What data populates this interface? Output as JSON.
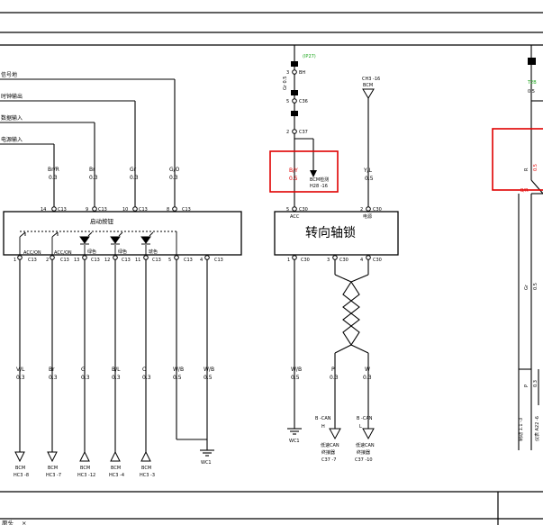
{
  "left_signals": {
    "s1": "信号地",
    "s2": "时钟输出",
    "s3": "数据输入",
    "s4": "电源输入"
  },
  "ign_wires": [
    {
      "color": "Br/R",
      "size": "0.3",
      "pin": "14",
      "conn": "C13"
    },
    {
      "color": "Br",
      "size": "0.3",
      "pin": "9",
      "conn": "C13"
    },
    {
      "color": "Gr",
      "size": "0.3",
      "pin": "10",
      "conn": "C13"
    },
    {
      "color": "G/O",
      "size": "0.3",
      "pin": "8",
      "conn": "C13"
    }
  ],
  "ign_module": {
    "title": "启动按钮",
    "sw1": "ACC/ON",
    "sw2": "ACC/ON",
    "led1": "绿色",
    "led2": "绿色",
    "led3": "琥色"
  },
  "ign_bottom_pins": [
    {
      "pin": "1",
      "conn": "C13"
    },
    {
      "pin": "2",
      "conn": "C13"
    },
    {
      "pin": "13",
      "conn": "C13"
    },
    {
      "pin": "12",
      "conn": "C13"
    },
    {
      "pin": "11",
      "conn": "C13"
    },
    {
      "pin": "5",
      "conn": "C13"
    },
    {
      "pin": "4",
      "conn": "C13"
    }
  ],
  "ign_bottom_wires": [
    {
      "color": "V/L",
      "size": "0.3"
    },
    {
      "color": "Br",
      "size": "0.3"
    },
    {
      "color": "G",
      "size": "0.3"
    },
    {
      "color": "B/L",
      "size": "0.3"
    },
    {
      "color": "O",
      "size": "0.3"
    },
    {
      "color": "W/B",
      "size": "0.5"
    },
    {
      "color": "W/B",
      "size": "0.5"
    }
  ],
  "ign_destinations": [
    {
      "name": "BCM",
      "pin": "HC3 -8"
    },
    {
      "name": "BCM",
      "pin": "HC3 -7"
    },
    {
      "name": "BCM",
      "pin": "HC3 -12"
    },
    {
      "name": "BCM",
      "pin": "HC3 -4"
    },
    {
      "name": "BCM",
      "pin": "HC3 -3"
    }
  ],
  "ground_wc1": "WC1",
  "ground_wc1b": "WC1",
  "fuse_chain": {
    "label": "(IP27)",
    "pin3": "3",
    "conn3": "BH",
    "wire1": "Gr 0.5",
    "pin5": "5",
    "conn5": "C36",
    "pin2": "2",
    "conn2": "C37"
  },
  "highlight_wire": {
    "color": "B/Y",
    "size": "0.5"
  },
  "bcm_detect": {
    "line1": "BCM检测",
    "line2": "H28 -16"
  },
  "bcm_source": {
    "line1": "CH3 -16",
    "line2": "BCM"
  },
  "yl_wire": {
    "color": "Y/L",
    "size": "0.5"
  },
  "lock_module": {
    "title": "转向轴锁",
    "pin_left": "5",
    "conn_left": "C30",
    "label_left": "ACC",
    "pin_right": "2",
    "conn_right": "C30",
    "label_right": "电源",
    "bpin1": "1",
    "bconn1": "C30",
    "bpin2": "3",
    "bconn2": "C30",
    "bpin3": "4",
    "bconn3": "C30"
  },
  "lock_wires": [
    {
      "color": "W/B",
      "size": "0.5"
    },
    {
      "color": "P",
      "size": "0.3"
    },
    {
      "color": "W",
      "size": "0.3"
    }
  ],
  "can_h": {
    "top": "B -CAN",
    "sig": "H",
    "l1": "低速CAN",
    "l2": "终接器",
    "l3": "C37 -7"
  },
  "can_l": {
    "top": "B -CAN",
    "sig": "L",
    "l1": "低速CAN",
    "l2": "终接器",
    "l3": "C37 -10"
  },
  "right_side": {
    "r1": "R",
    "r2": "0.5",
    "r3": "B/R",
    "gr": "Gr",
    "gr_size": "0.5",
    "p": "P",
    "p_size": "0.3",
    "v1": "制动 1.1 -3",
    "v2": "仪表 A22 -6",
    "t": "T2B",
    "tb": "0.5"
  },
  "footer": {
    "left_text": "原头",
    "x": "×"
  }
}
